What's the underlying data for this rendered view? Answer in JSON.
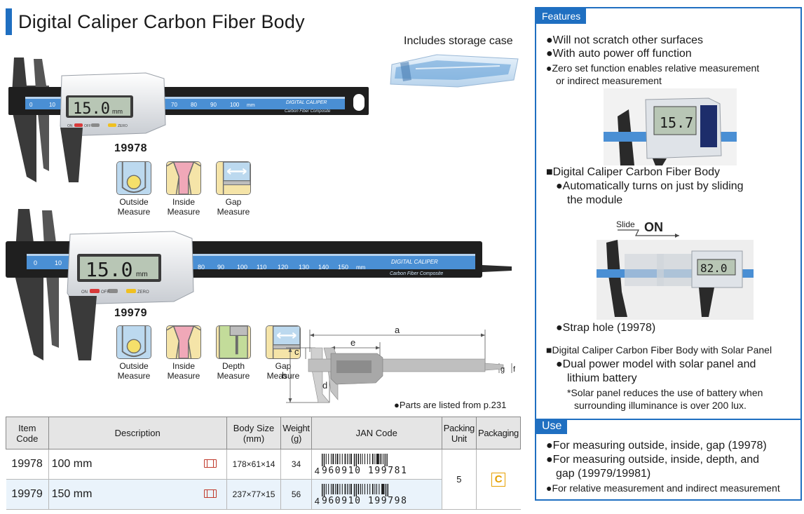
{
  "page": {
    "title": "Digital Caliper Carbon Fiber Body",
    "case_label": "Includes storage case",
    "parts_note": "●Parts are listed from p.231"
  },
  "products": [
    {
      "model": "19978",
      "display_reading": "15.0",
      "display_unit": "mm",
      "scale_marks": [
        "0",
        "10",
        "70",
        "80",
        "90",
        "100",
        "mm"
      ],
      "label_brand": "DIGITAL CALIPER",
      "label_sub": "Carbon Fiber Composite",
      "buttons": [
        "ON",
        "OFF",
        "ZERO"
      ],
      "functions": [
        {
          "line1": "Outside",
          "line2": "Measure",
          "icon": "outside-measure-icon"
        },
        {
          "line1": "Inside",
          "line2": "Measure",
          "icon": "inside-measure-icon"
        },
        {
          "line1": "Gap",
          "line2": "Measure",
          "icon": "gap-measure-icon"
        }
      ]
    },
    {
      "model": "19979",
      "display_reading": "15.0",
      "display_unit": "mm",
      "scale_marks": [
        "0",
        "10",
        "80",
        "90",
        "100",
        "110",
        "120",
        "130",
        "140",
        "150",
        "mm"
      ],
      "label_brand": "DIGITAL CALIPER",
      "label_sub": "Carbon Fiber Composite",
      "buttons": [
        "ON",
        "OFF",
        "ZERO"
      ],
      "functions": [
        {
          "line1": "Outside",
          "line2": "Measure",
          "icon": "outside-measure-icon"
        },
        {
          "line1": "Inside",
          "line2": "Measure",
          "icon": "inside-measure-icon"
        },
        {
          "line1": "Depth",
          "line2": "Measure",
          "icon": "depth-measure-icon"
        },
        {
          "line1": "Gap",
          "line2": "Measure",
          "icon": "gap-measure-icon"
        }
      ]
    }
  ],
  "dimensions": {
    "a": "a",
    "b": "b",
    "c": "c",
    "d": "d",
    "e": "e",
    "f": "f",
    "g": "g"
  },
  "table": {
    "headers": {
      "code": "Item Code",
      "description": "Description",
      "size": "Body Size (mm)",
      "weight": "Weight (g)",
      "jan": "JAN Code",
      "unit": "Packing Unit",
      "packaging": "Packaging"
    },
    "rows": [
      {
        "code": "19978",
        "description": "100 mm",
        "size": "178×61×14",
        "weight": "34",
        "jan_lead": "4",
        "jan_digits": "960910 199781"
      },
      {
        "code": "19979",
        "description": "150 mm",
        "size": "237×77×15",
        "weight": "56",
        "jan_lead": "4",
        "jan_digits": "960910 199798"
      }
    ],
    "packing_unit": "5",
    "packaging_code": "C"
  },
  "features": {
    "tag": "Features",
    "items": [
      "●Will not scratch other surfaces",
      "●With auto power off function",
      "●Zero set function enables relative measurement",
      "or indirect measurement"
    ],
    "zero_display": "15.7",
    "sec1_title": "■Digital Caliper Carbon Fiber Body",
    "sec1_l1": "●Automatically turns on just by sliding",
    "sec1_l2": "the module",
    "slide": "Slide",
    "on": "ON",
    "slide_display": "82.0",
    "strap": "●Strap hole (19978)",
    "sec2_title": "■Digital Caliper Carbon Fiber Body with Solar Panel",
    "sec2_l1": "●Dual power model with solar panel and",
    "sec2_l2": "lithium battery",
    "sec2_n1": "*Solar panel reduces the use of battery when",
    "sec2_n2": "surrounding illuminance is over 200 lux."
  },
  "use": {
    "tag": "Use",
    "l1": "●For measuring outside, inside, gap (19978)",
    "l2": "●For measuring outside, inside, depth, and",
    "l3": "gap (19979/19981)",
    "l4": "●For relative measurement and indirect measurement"
  },
  "colors": {
    "accent": "#1f6fc1",
    "packaging": "#e6a000",
    "scale_blue": "#4a8fd4"
  }
}
